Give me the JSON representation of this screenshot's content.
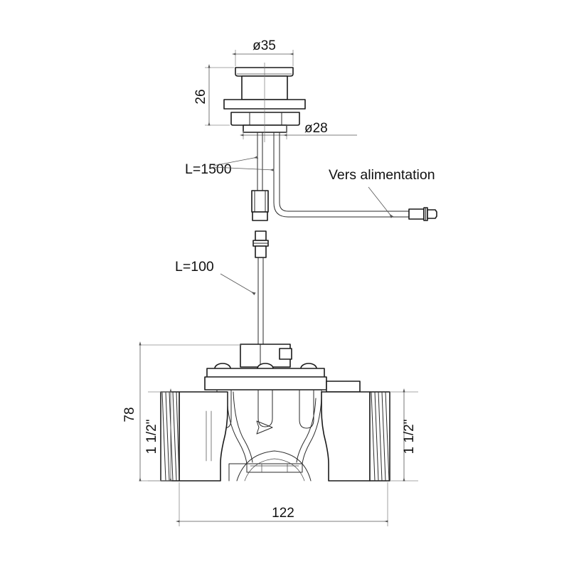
{
  "drawing": {
    "title": "Solenoid valve technical drawing",
    "line_color": "#1a1a1a",
    "dim_color": "#555555",
    "background": "#ffffff"
  },
  "dimensions": {
    "top_diameter": "ø35",
    "stem_diameter": "ø28",
    "head_height": "26",
    "body_height": "78",
    "body_length": "122",
    "port_left": "1 1/2\"",
    "port_right": "1 1/2\""
  },
  "labels": {
    "cable_long": "L=1500",
    "cable_short": "L=100",
    "supply_note": "Vers alimentation"
  },
  "components": {
    "top_cap": "top-cap",
    "flange": "mounting-flange",
    "nut": "lock-nut",
    "stem": "stem",
    "cable_long_end": "sensor-terminal",
    "cable_connector": "power-connector",
    "short_connector": "inline-connector",
    "solenoid": "solenoid-coil",
    "bonnet": "valve-bonnet",
    "body": "valve-body",
    "thread_left": "left-threaded-port",
    "thread_right": "right-threaded-port",
    "flow_arrow": "flow-direction-arrow"
  }
}
